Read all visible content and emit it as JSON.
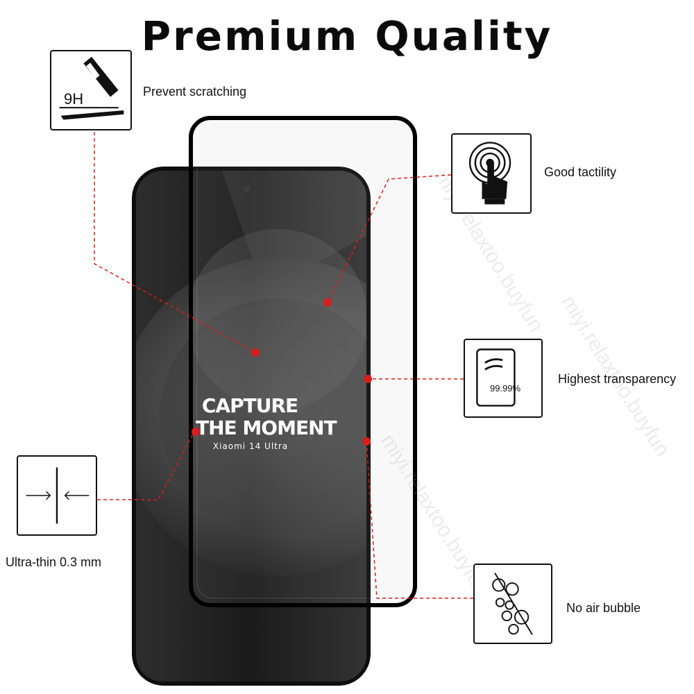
{
  "title": "Premium Quality",
  "features": {
    "hardness": {
      "icon": "hardness-9h-icon",
      "badge": "9H",
      "label": "Prevent scratching"
    },
    "tactility": {
      "icon": "touch-finger-icon",
      "label": "Good tactility"
    },
    "transparency": {
      "icon": "transparency-icon",
      "value": "99.99%",
      "label": "Highest transparency"
    },
    "thickness": {
      "icon": "thickness-arrows-icon",
      "label": "Ultra-thin 0.3 mm"
    },
    "bubble": {
      "icon": "air-bubble-icon",
      "label": "No air bubble"
    }
  },
  "phone_screen": {
    "headline_1": "CAPTURE",
    "headline_2": "THE MOMENT",
    "brand": "Xiaomi 14 Ultra"
  },
  "watermark": "miyi.relaxtoo.buyfun",
  "colors": {
    "callout": "#d81e1e",
    "phone_body": "#0e0e0e",
    "frame_border": "#000000"
  }
}
